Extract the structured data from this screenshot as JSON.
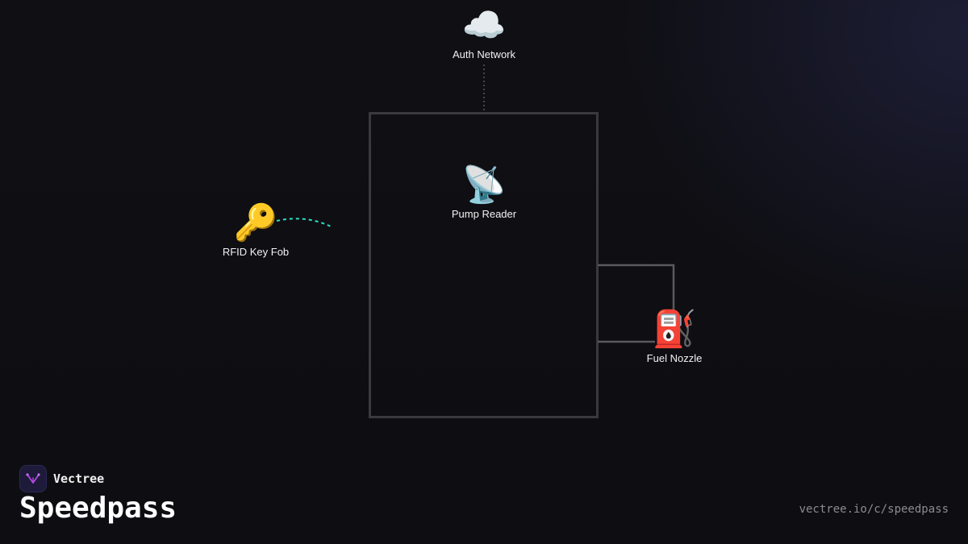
{
  "diagram": {
    "nodes": {
      "auth": {
        "label": "Auth Network",
        "icon": "cloud-icon",
        "glyph": "☁️"
      },
      "reader": {
        "label": "Pump Reader",
        "icon": "satellite-dish-icon",
        "glyph": "📡"
      },
      "fob": {
        "label": "RFID Key Fob",
        "icon": "key-icon",
        "glyph": "🔑"
      },
      "nozzle": {
        "label": "Fuel Nozzle",
        "icon": "fuel-pump-icon",
        "glyph": "⛽"
      }
    },
    "colors": {
      "background": "#0f0f13",
      "pump_frame": "#3a3a3e",
      "connector": "#5a5a5e",
      "rfid_signal": "#2de0c0"
    }
  },
  "branding": {
    "name": "Vectree",
    "logo_icon": "vectree-logo-icon",
    "logo_color": "#b04adf",
    "title": "Speedpass",
    "url": "vectree.io/c/speedpass"
  }
}
